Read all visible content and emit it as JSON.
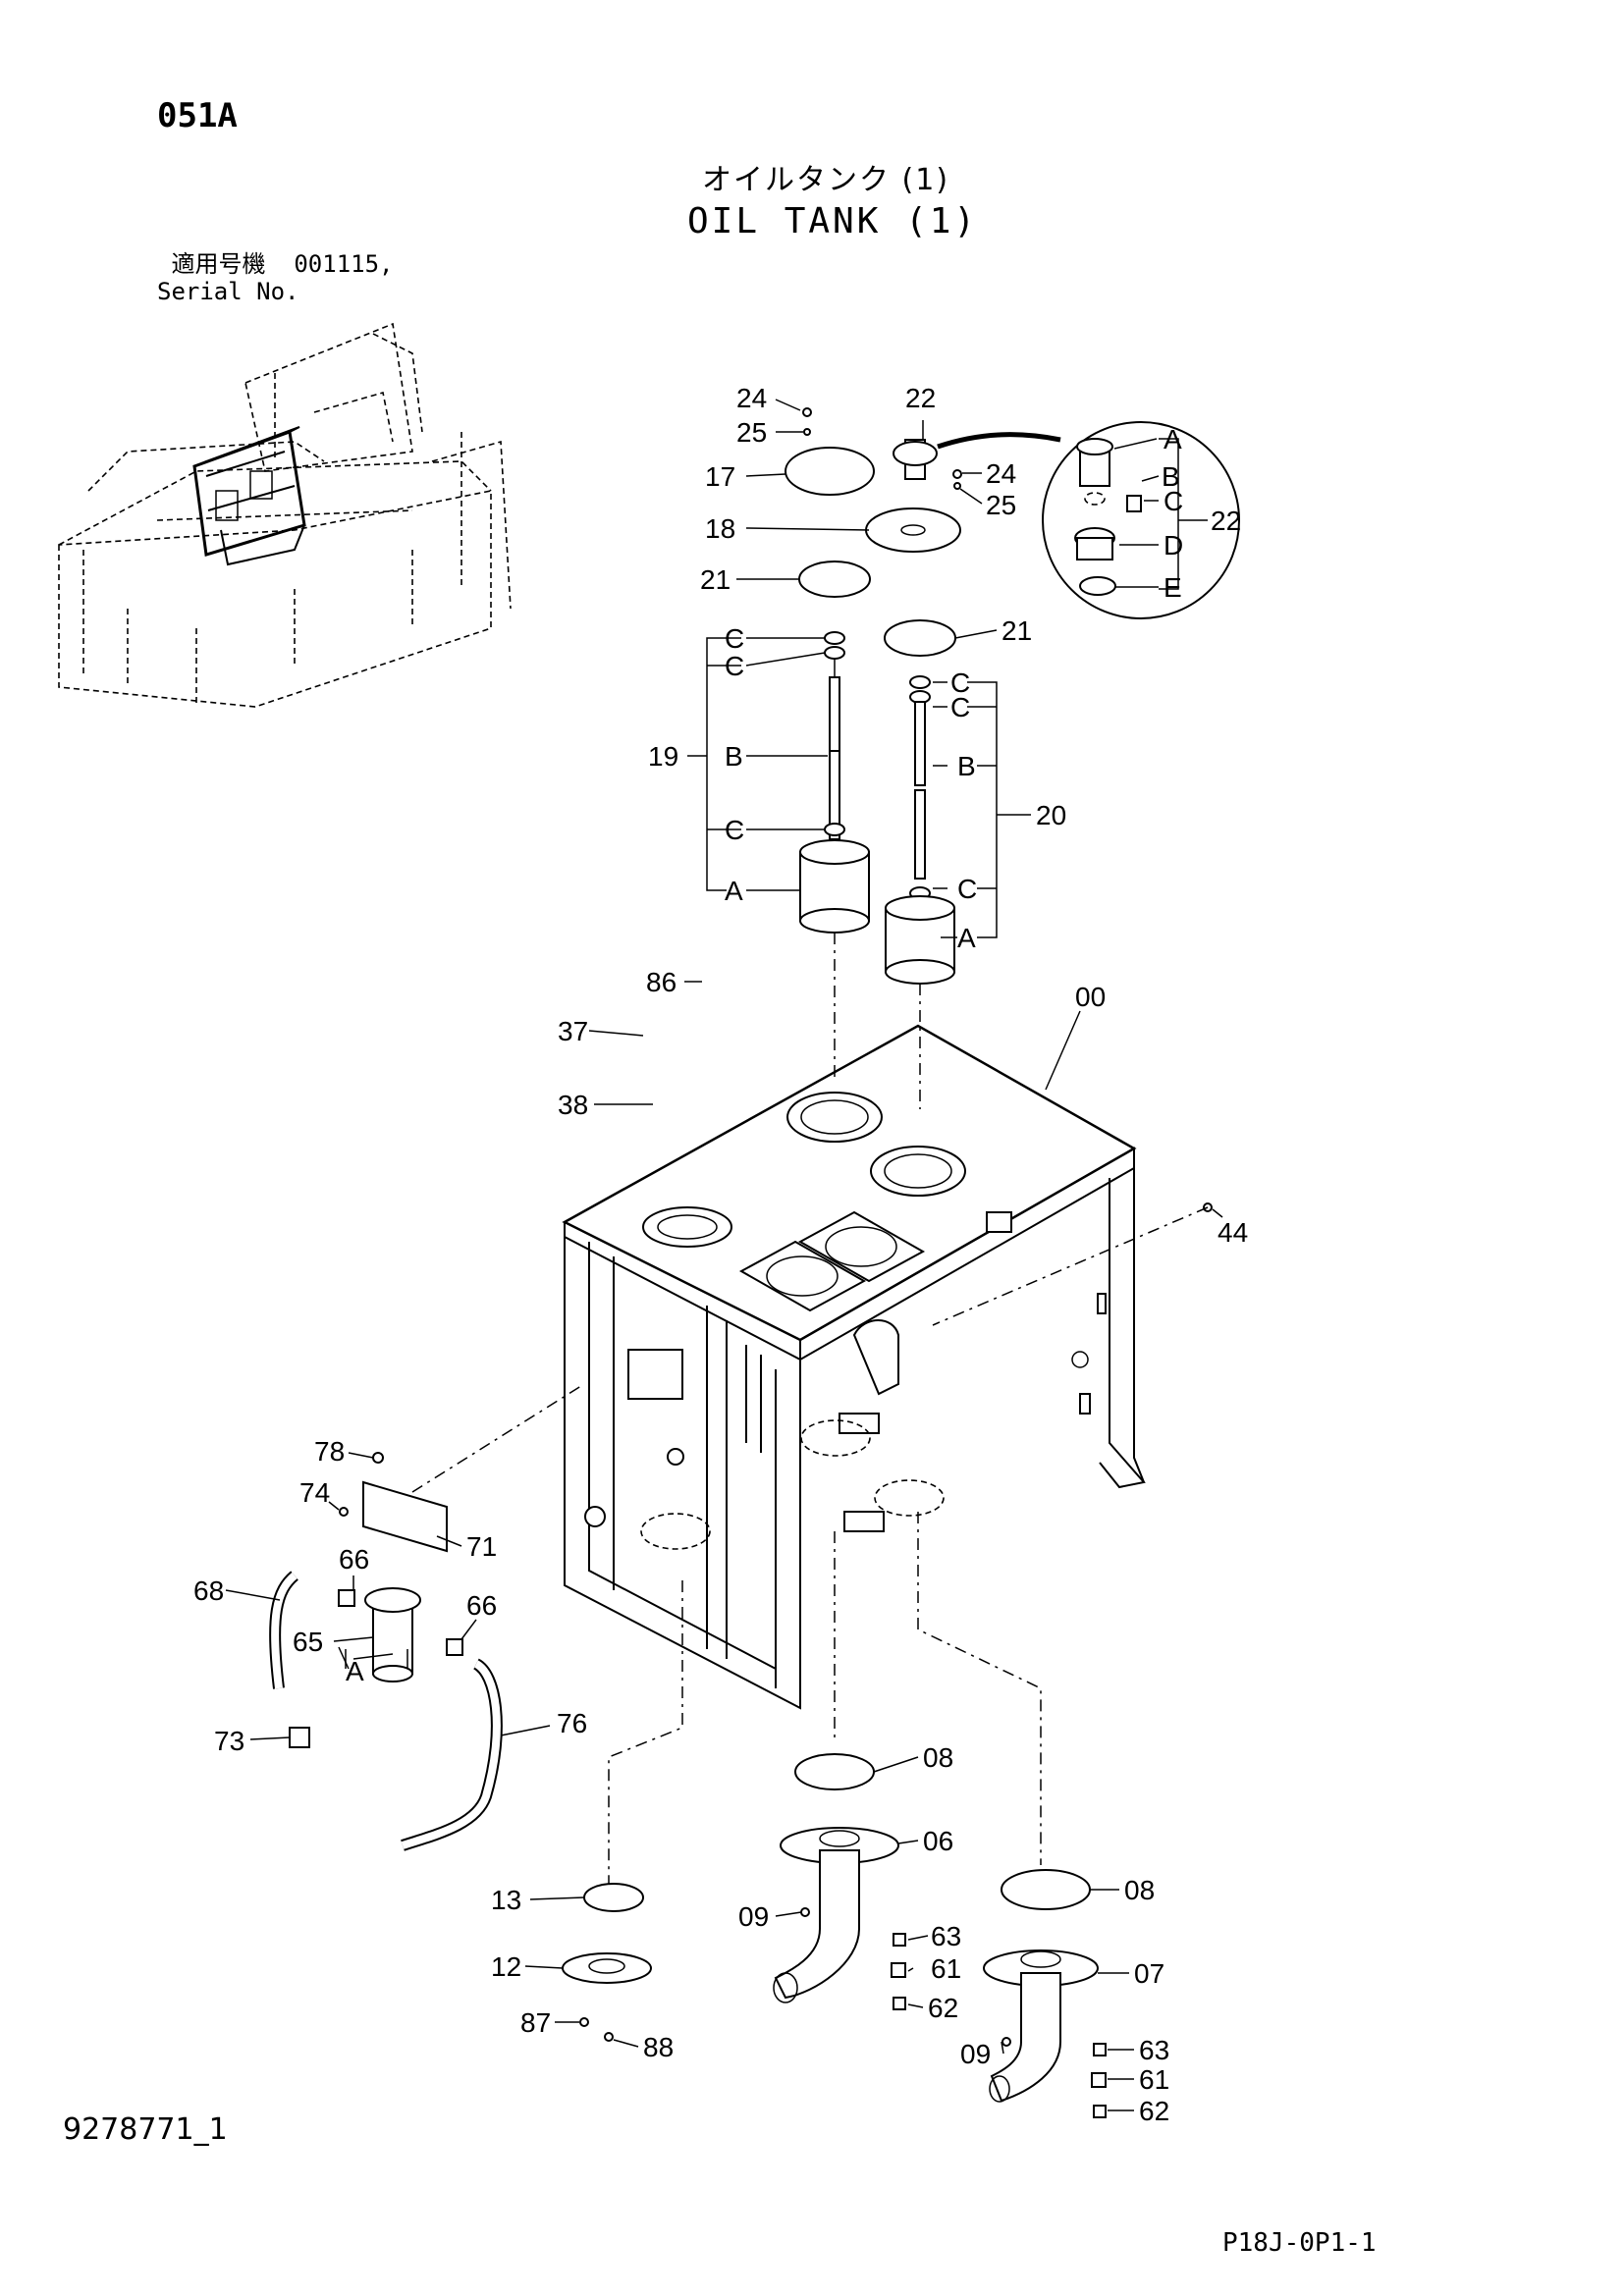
{
  "header": {
    "page_code": "051A",
    "title_jp": "オイルタンク (1)",
    "title_en": "OIL TANK (1)"
  },
  "serial": {
    "label_jp": "適用号機",
    "value": "001115,",
    "label_en": "Serial No."
  },
  "footer": {
    "doc_number": "9278771_1",
    "page_ref": "P18J-0P1-1"
  },
  "callouts": {
    "c24a": "24",
    "c25a": "25",
    "c22": "22",
    "c17": "17",
    "c24b": "24",
    "c25b": "25",
    "c18": "18",
    "c21a": "21",
    "c21b": "21",
    "c22side": "22",
    "c22A": "A",
    "c22B": "B",
    "c22C": "C",
    "c22D": "D",
    "c22E": "E",
    "c19": "19",
    "c19C1": "C",
    "c19C2": "C",
    "c19B": "B",
    "c19C3": "C",
    "c19A": "A",
    "c20": "20",
    "c20C1": "C",
    "c20C2": "C",
    "c20B": "B",
    "c20C3": "C",
    "c20A": "A",
    "c86": "86",
    "c37": "37",
    "c38": "38",
    "c00": "00",
    "c44": "44",
    "c78": "78",
    "c74": "74",
    "c71": "71",
    "c66a": "66",
    "c66b": "66",
    "c68": "68",
    "c65": "65",
    "c65A": "A",
    "c73": "73",
    "c76": "76",
    "c08a": "08",
    "c06": "06",
    "c08b": "08",
    "c13": "13",
    "c09a": "09",
    "c63a": "63",
    "c61a": "61",
    "c62a": "62",
    "c12": "12",
    "c07": "07",
    "c87": "87",
    "c88": "88",
    "c09b": "09",
    "c63b": "63",
    "c61b": "61",
    "c62b": "62"
  }
}
